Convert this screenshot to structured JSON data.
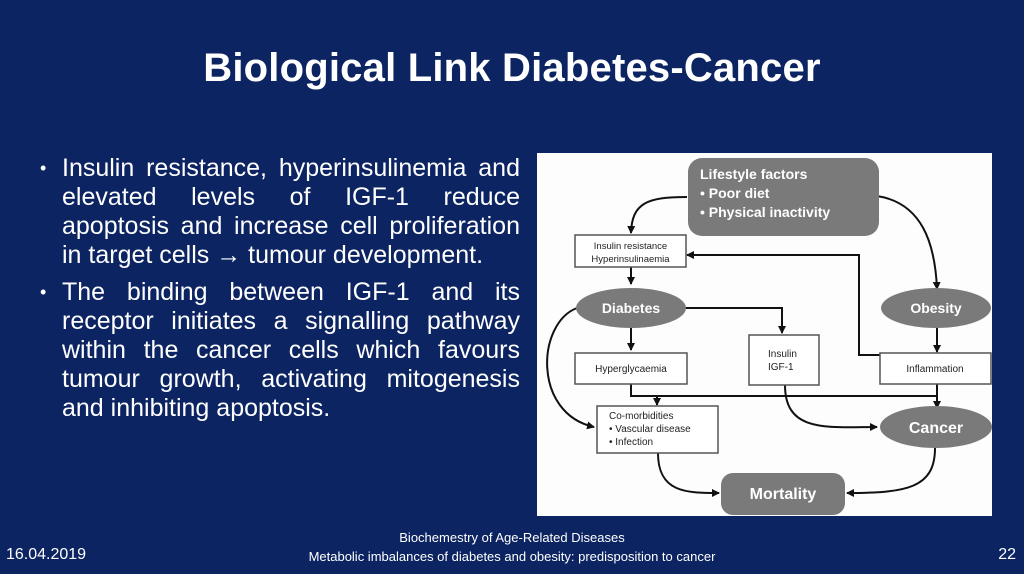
{
  "slide": {
    "title": "Biological Link Diabetes-Cancer",
    "bullets": [
      "Insulin resistance, hyperinsulinemia and elevated levels of IGF-1 reduce apoptosis and increase cell proliferation in target cells → tumour development.",
      "The binding between IGF-1 and its receptor initiates a signalling pathway within the cancer cells which favours tumour growth, activating mitogenesis and inhibiting apoptosis."
    ]
  },
  "diagram": {
    "lifestyle": {
      "title": "Lifestyle factors",
      "items": [
        "• Poor diet",
        "• Physical inactivity"
      ]
    },
    "insulin_resistance": [
      "Insulin resistance",
      "Hyperinsulinaemia"
    ],
    "diabetes": "Diabetes",
    "obesity": "Obesity",
    "hyperglycaemia": "Hyperglycaemia",
    "insulin_igf": [
      "Insulin",
      "IGF-1"
    ],
    "inflammation": "Inflammation",
    "comorbidities": [
      "Co-morbidities",
      "• Vascular disease",
      "• Infection"
    ],
    "cancer": "Cancer",
    "mortality": "Mortality",
    "colors": {
      "node_fill": "#7a7a7a",
      "box_border": "#555555",
      "line": "#111111"
    }
  },
  "footer": {
    "date": "16.04.2019",
    "course": "Biochemestry of Age-Related Diseases",
    "subtitle": "Metabolic imbalances of diabetes and obesity: predisposition to cancer",
    "page": "22"
  }
}
